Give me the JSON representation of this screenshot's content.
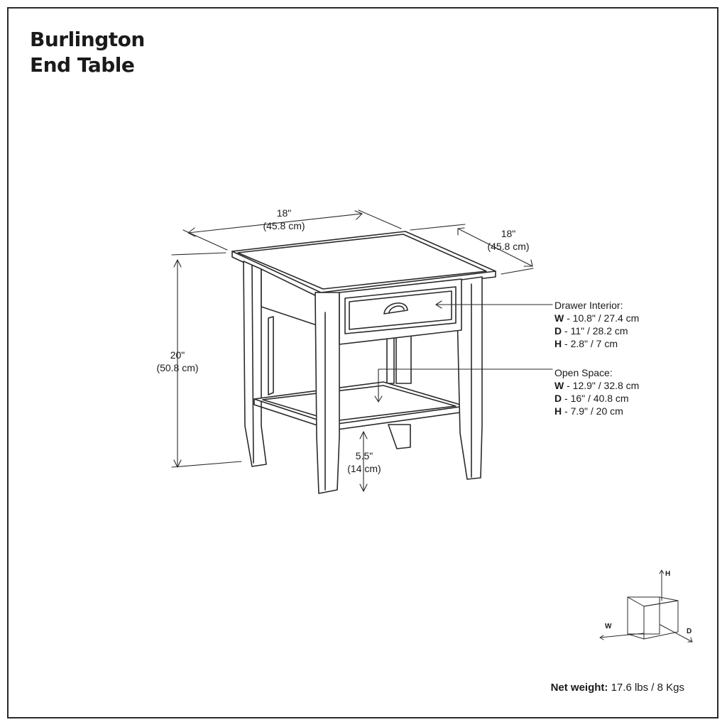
{
  "title": {
    "line1": "Burlington",
    "line2": "End Table"
  },
  "dimensions": {
    "width": {
      "in": "18\"",
      "cm": "(45.8 cm)"
    },
    "depth": {
      "in": "18\"",
      "cm": "(45.8 cm)"
    },
    "height": {
      "in": "20\"",
      "cm": "(50.8 cm)"
    },
    "clearance": {
      "in": "5.5\"",
      "cm": "(14 cm)"
    }
  },
  "drawer_interior": {
    "heading": "Drawer Interior:",
    "w_key": "W",
    "w_val": " - 10.8\" / 27.4 cm",
    "d_key": "D",
    "d_val": " - 11\" / 28.2 cm",
    "h_key": "H",
    "h_val": " - 2.8\" / 7 cm"
  },
  "open_space": {
    "heading": "Open Space:",
    "w_key": "W",
    "w_val": " - 12.9\" / 32.8 cm",
    "d_key": "D",
    "d_val": " - 16\" / 40.8 cm",
    "h_key": "H",
    "h_val": " - 7.9\" / 20 cm"
  },
  "weight": {
    "label": "Net weight:",
    "value": " 17.6 lbs / 8 Kgs"
  },
  "axis_legend": {
    "h": "H",
    "w": "W",
    "d": "D"
  }
}
